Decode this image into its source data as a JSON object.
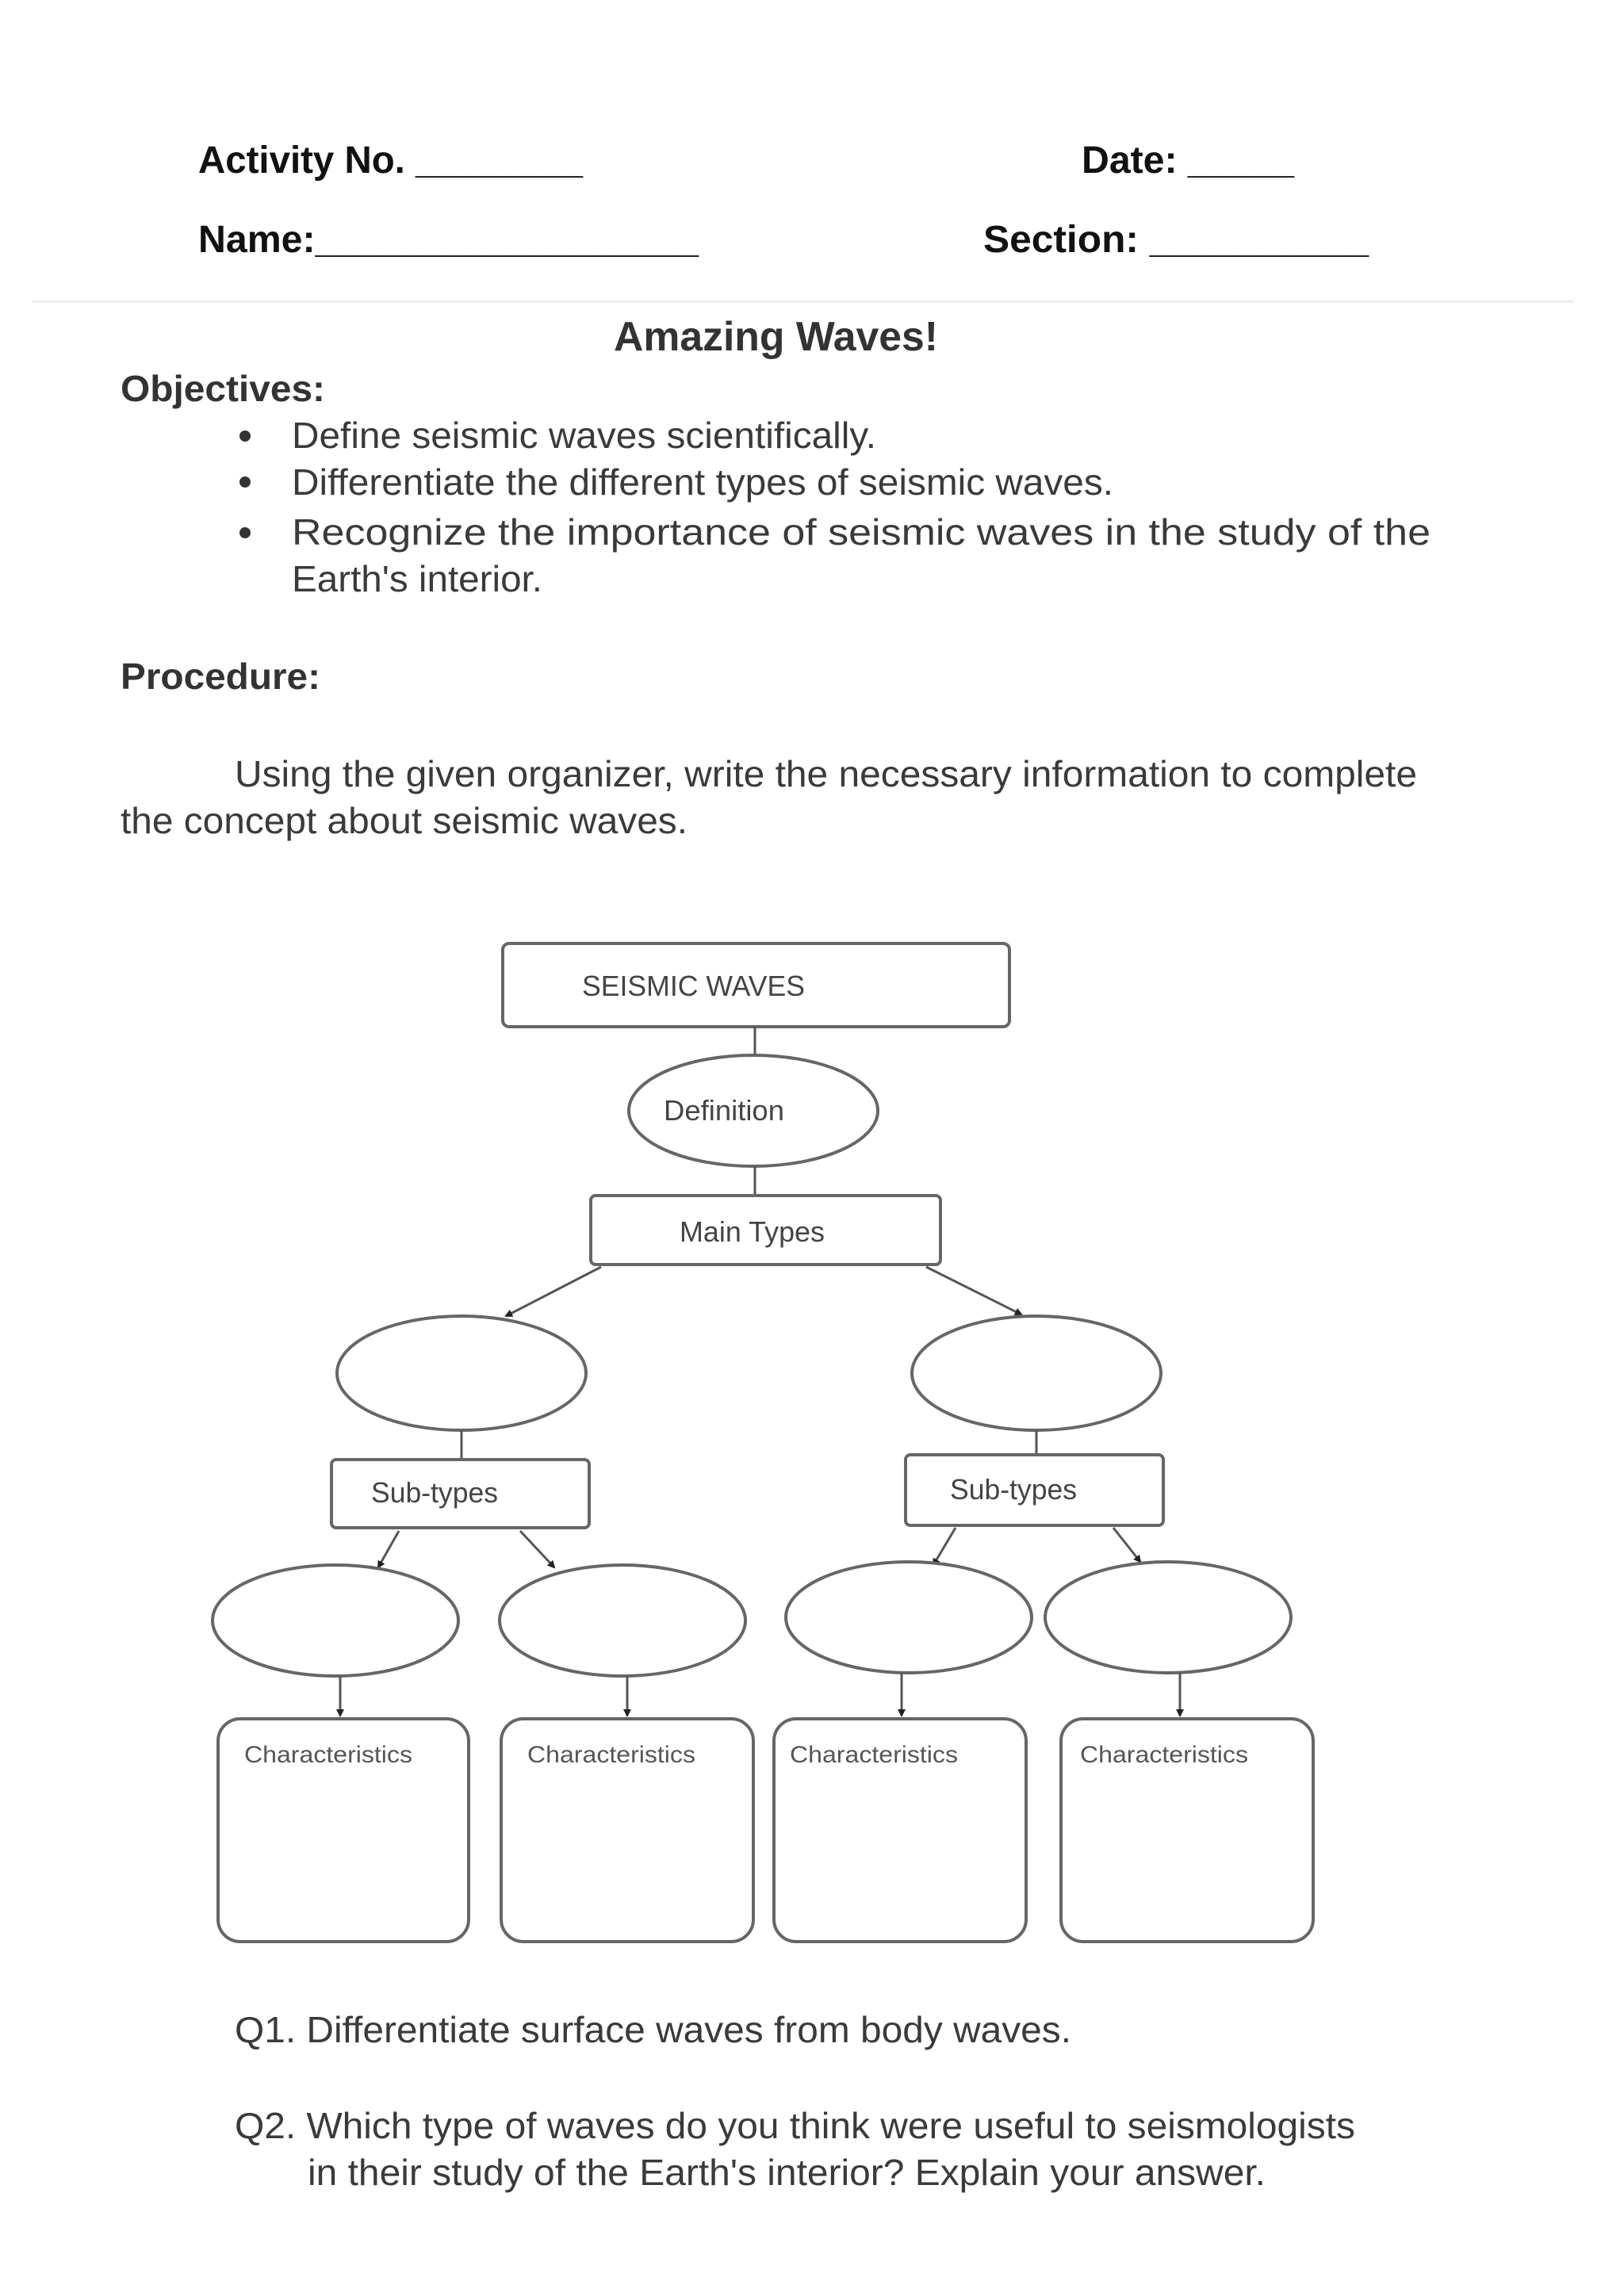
{
  "header": {
    "activity_label": "Activity No. ________",
    "date_label": "Date: _____",
    "name_label": "Name:__________________",
    "section_label": "Section: __________"
  },
  "title": "Amazing Waves!",
  "objectives": {
    "heading": "Objectives:",
    "items": [
      "Define seismic waves scientifically.",
      "Differentiate the different types of seismic waves.",
      "Recognize the importance of seismic waves in the study of the",
      "Earth's interior."
    ]
  },
  "procedure": {
    "heading": "Procedure:",
    "lines": [
      "Using the given organizer, write the necessary information to complete",
      "the concept about seismic waves."
    ]
  },
  "organizer": {
    "root": "SEISMIC WAVES",
    "definition": "Definition",
    "main_types": "Main Types",
    "sub_types_left": "Sub-types",
    "sub_types_right": "Sub-types",
    "characteristics": [
      "Characteristics",
      "Characteristics",
      "Characteristics",
      "Characteristics"
    ]
  },
  "questions": {
    "q1": "Q1. Differentiate surface waves from body waves.",
    "q2_line1": "Q2. Which type of waves do you think were useful to seismologists",
    "q2_line2": "in their study of the Earth's interior? Explain your answer."
  }
}
